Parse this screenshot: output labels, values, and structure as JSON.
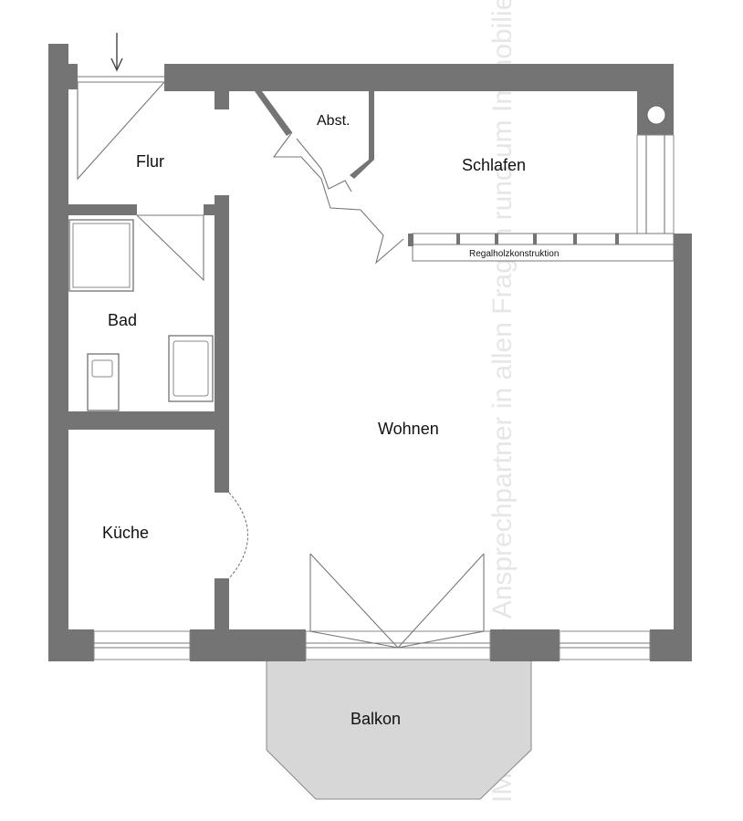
{
  "rooms": {
    "flur": "Flur",
    "abst": "Abst.",
    "schlafen": "Schlafen",
    "bad": "Bad",
    "wohnen": "Wohnen",
    "kueche": "Küche",
    "balkon": "Balkon"
  },
  "annotations": {
    "regal": "Regalholzkonstruktion"
  },
  "watermark": {
    "text": "IMMOBILIEN · Ansprechpartner in allen Fragen rund um Immobilien"
  },
  "icons": {
    "entrance": "entrance-arrow-icon",
    "chimney": "chimney-circle-icon"
  },
  "colors": {
    "wall": "#747474",
    "balcony_fill": "#d7d7d7",
    "line": "#777777"
  }
}
